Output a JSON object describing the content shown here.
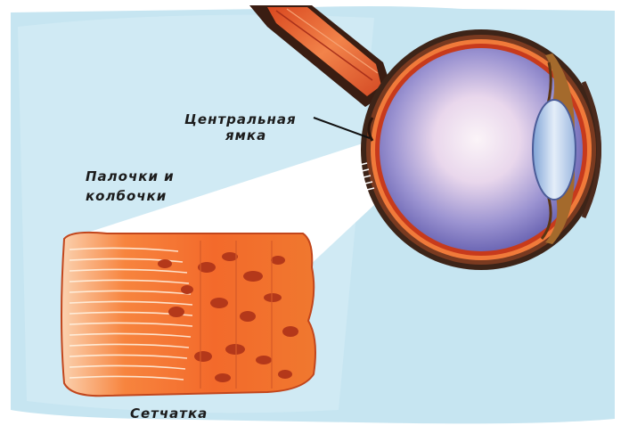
{
  "labels": {
    "fovea_line1": "Центральная",
    "fovea_line2": "ямка",
    "rods_line1": "Палочки и",
    "rods_line2": "колбочки",
    "retina": "Сетчатка"
  },
  "colors": {
    "background_blue": "#bfe2ef",
    "eye_ring": "#4b2a1d",
    "eye_inner": "#6e6bbd",
    "retina_orange": "#f36f2e",
    "optic_nerve": "#e3542a",
    "lens": "#b7cde8"
  }
}
